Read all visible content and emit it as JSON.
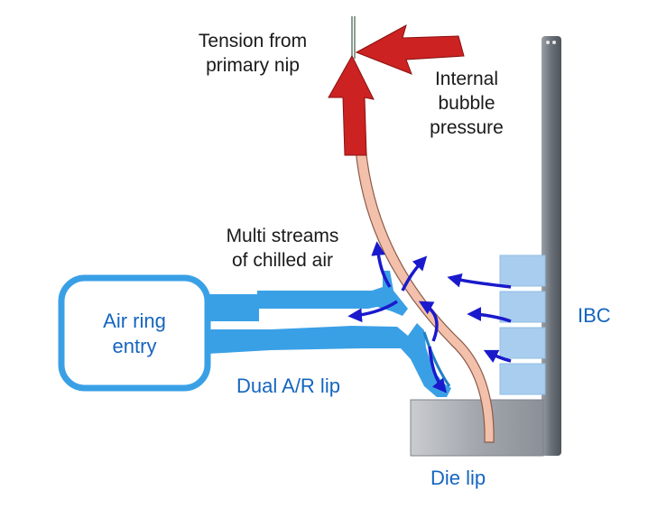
{
  "labels": {
    "tension_line1": "Tension from",
    "tension_line2": "primary nip",
    "internal_line1": "Internal",
    "internal_line2": "bubble",
    "internal_line3": "pressure",
    "multi_line1": "Multi streams",
    "multi_line2": "of chilled air",
    "air_ring_line1": "Air ring",
    "air_ring_line2": "entry",
    "dual_lip": "Dual A/R lip",
    "ibc": "IBC",
    "die_lip": "Die lip"
  },
  "colors": {
    "air_ring_blue": "#3aa0e6",
    "air_ring_light": "#a9cdee",
    "stream_arrow": "#1a1acc",
    "force_arrow": "#cc2222",
    "film": "#f3c1ab",
    "die": "#a3a7ad",
    "ibc_post": "#6a7078"
  }
}
